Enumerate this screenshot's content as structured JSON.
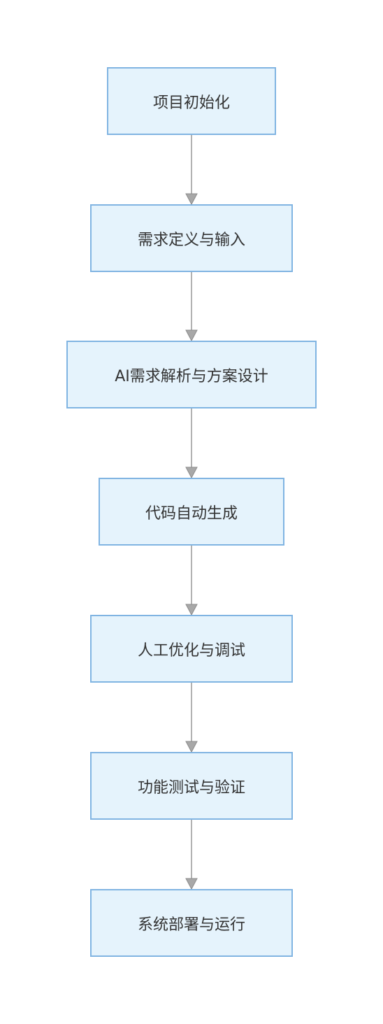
{
  "diagram": {
    "type": "flowchart",
    "direction": "top-to-bottom",
    "colors": {
      "node_fill": "#e5f3fc",
      "node_border": "#80b4e2",
      "edge": "#999999",
      "text": "#333333"
    },
    "nodes": [
      {
        "id": "n1",
        "label": "项目初始化"
      },
      {
        "id": "n2",
        "label": "需求定义与输入"
      },
      {
        "id": "n3",
        "label": "AI需求解析与方案设计"
      },
      {
        "id": "n4",
        "label": "代码自动生成"
      },
      {
        "id": "n5",
        "label": "人工优化与调试"
      },
      {
        "id": "n6",
        "label": "功能测试与验证"
      },
      {
        "id": "n7",
        "label": "系统部署与运行"
      }
    ],
    "edges": [
      {
        "from": "n1",
        "to": "n2"
      },
      {
        "from": "n2",
        "to": "n3"
      },
      {
        "from": "n3",
        "to": "n4"
      },
      {
        "from": "n4",
        "to": "n5"
      },
      {
        "from": "n5",
        "to": "n6"
      },
      {
        "from": "n6",
        "to": "n7"
      }
    ]
  }
}
